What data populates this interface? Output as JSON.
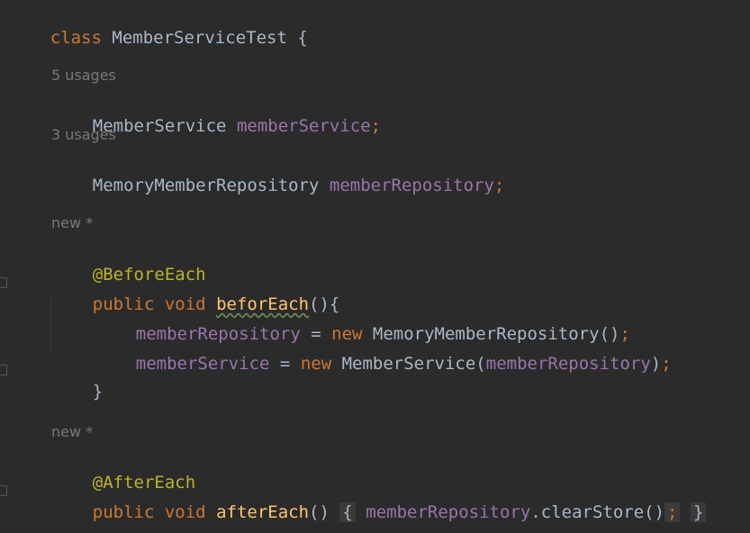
{
  "code": {
    "class_line": {
      "keyword": "class",
      "name": "MemberServiceTest",
      "brace": "{"
    },
    "field1": {
      "hint": "5 usages",
      "type": "MemberService",
      "name": "memberService",
      "semi": ";"
    },
    "field2": {
      "hint": "3 usages",
      "type": "MemoryMemberRepository",
      "name": "memberRepository",
      "semi": ";"
    },
    "before": {
      "hint": "new *",
      "annotation": "@BeforeEach",
      "mod1": "public",
      "mod2": "void",
      "method": "beforEach",
      "sig_tail": "(){",
      "stmt1": {
        "lhs": "memberRepository",
        "op": " = ",
        "kw": "new",
        "ctor": "MemoryMemberRepository()",
        "semi": ";"
      },
      "stmt2": {
        "lhs": "memberService",
        "op": " = ",
        "kw": "new",
        "ctor": "MemberService(",
        "arg": "memberRepository",
        "close": ")",
        "semi": ";"
      },
      "close": "}"
    },
    "after": {
      "hint": "new *",
      "annotation": "@AfterEach",
      "mod1": "public",
      "mod2": "void",
      "method": "afterEach",
      "parens": "()",
      "open": "{",
      "target": "memberRepository",
      "call": ".clearStore()",
      "semi": ";",
      "close": "}"
    }
  }
}
